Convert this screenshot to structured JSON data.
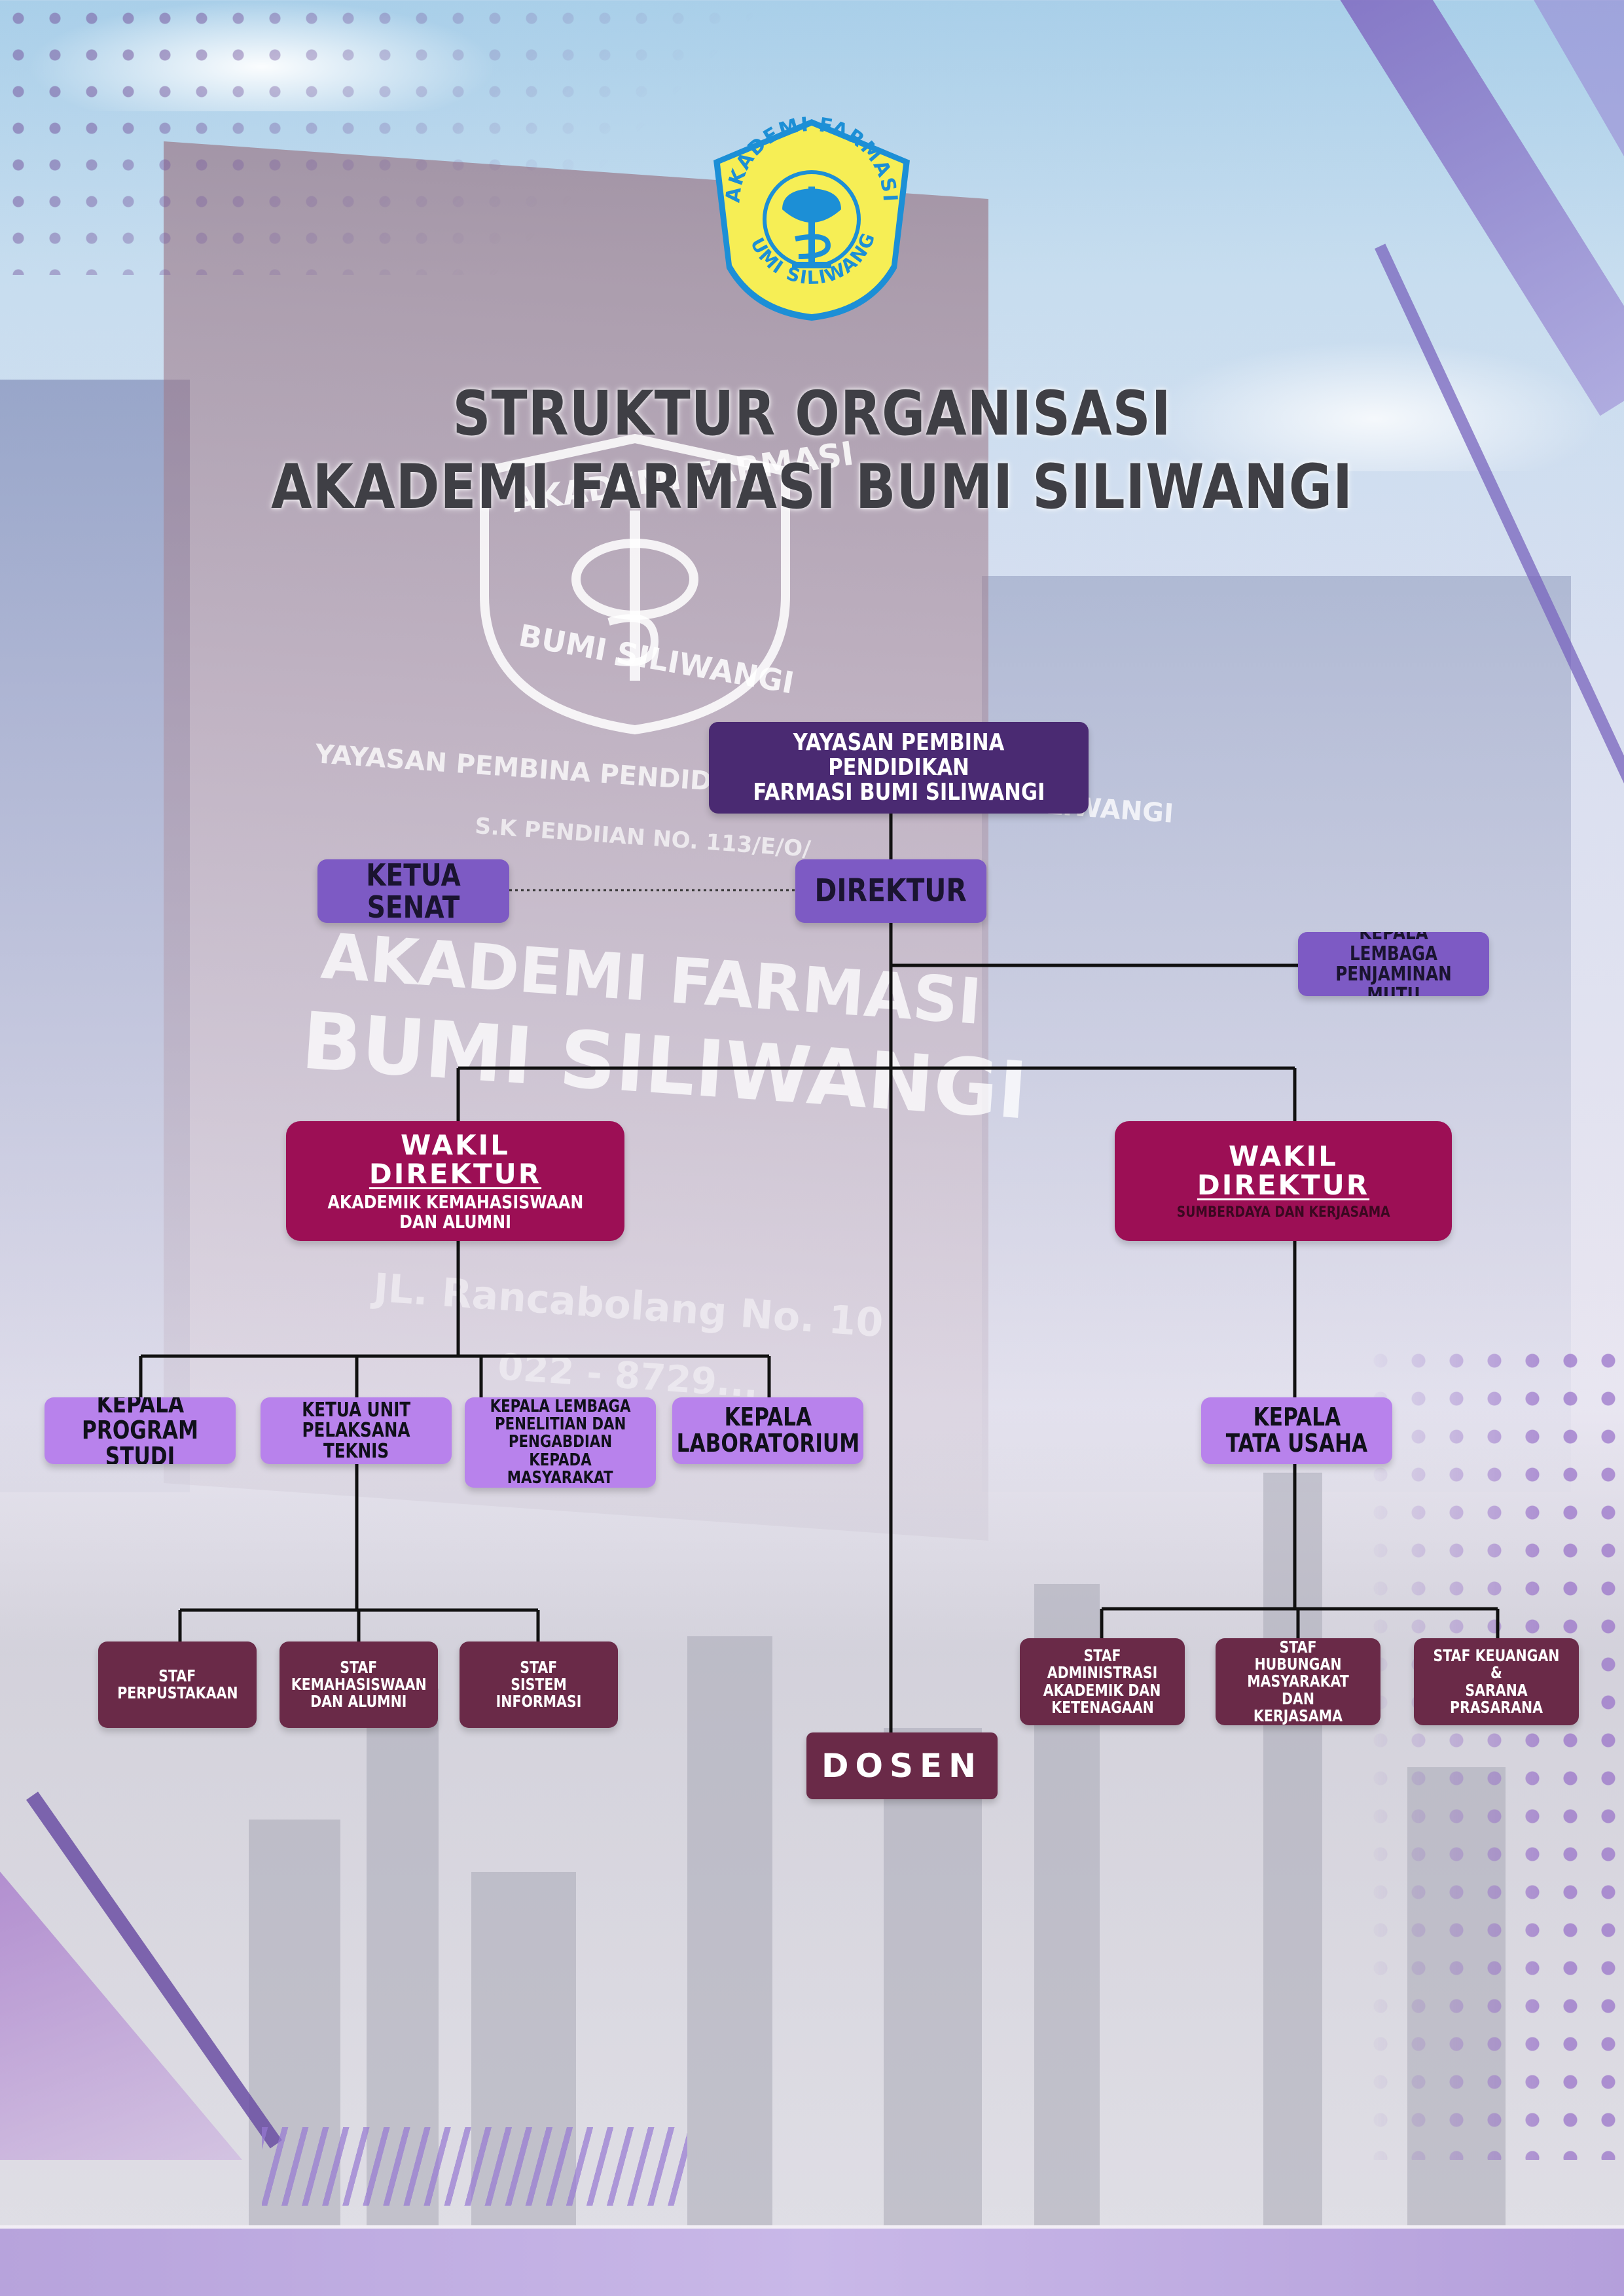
{
  "header": {
    "title_line1": "STRUKTUR ORGANISASI",
    "title_line2": "AKADEMI FARMASI BUMI SILIWANGI",
    "logo_text_top": "AKADEMI FARMASI",
    "logo_text_bottom": "BUMI SILIWANGI"
  },
  "background_text": {
    "emblem_top": "AKADEMI FARMASI",
    "emblem_bottom": "BUMI SILIWANGI",
    "sign_line1": "YAYASAN PEMBINA PENDIDIKAN FARMASI BUMI SILIWANGI",
    "sign_line2": "S.K PENDIIAN NO. 113/E/O/",
    "big_line1": "AKADEMI FARMASI",
    "big_line2": "BUMI SILIWANGI",
    "address": "JL. Rancabolang No. 10",
    "phone": "022 - 8729..."
  },
  "org": {
    "yayasan": {
      "line1": "YAYASAN PEMBINA PENDIDIKAN",
      "line2": "FARMASI BUMI SILIWANGI"
    },
    "direktur": "DIREKTUR",
    "ketua_senat": "KETUA SENAT",
    "lpm": {
      "line1": "KEPALA LEMBAGA",
      "line2": "PENJAMINAN MUTU"
    },
    "wakil1": {
      "line1": "WAKIL",
      "line2": "DIREKTUR",
      "sub1": "AKADEMIK KEMAHASISWAAN",
      "sub2": "DAN ALUMNI"
    },
    "wakil2": {
      "line1": "WAKIL",
      "line2": "DIREKTUR",
      "sub1": "SUMBERDAYA DAN KERJASAMA"
    },
    "kaprodi": {
      "line1": "KEPALA",
      "line2": "PROGRAM STUDI"
    },
    "upt": {
      "line1": "KETUA UNIT",
      "line2": "PELAKSANA TEKNIS"
    },
    "lppm": {
      "line1": "KEPALA LEMBAGA",
      "line2": "PENELITIAN DAN",
      "line3": "PENGABDIAN KEPADA",
      "line4": "MASYARAKAT"
    },
    "lab": {
      "line1": "KEPALA",
      "line2": "LABORATORIUM"
    },
    "tata_usaha": {
      "line1": "KEPALA",
      "line2": "TATA USAHA"
    },
    "staf_perpus": {
      "line1": "STAF",
      "line2": "PERPUSTAKAAN"
    },
    "staf_kemahasiswaan": {
      "line1": "STAF",
      "line2": "KEMAHASISWAAN",
      "line3": "DAN ALUMNI"
    },
    "staf_si": {
      "line1": "STAF",
      "line2": "SISTEM INFORMASI"
    },
    "staf_admin": {
      "line1": "STAF ADMINISTRASI",
      "line2": "AKADEMIK DAN",
      "line3": "KETENAGAAN"
    },
    "staf_humas": {
      "line1": "STAF HUBUNGAN",
      "line2": "MASYARAKAT DAN",
      "line3": "KERJASAMA"
    },
    "staf_keuangan": {
      "line1": "STAF KEUANGAN &",
      "line2": "SARANA PRASARANA"
    },
    "dosen": "DOSEN"
  },
  "colors": {
    "dark_purple": "#4a2a72",
    "mid_purple": "#7d5ac4",
    "light_purple": "#b882ec",
    "magenta": "#9c0f55",
    "plum": "#6a2a48",
    "logo_yellow": "#f6ee55",
    "logo_blue": "#1c8fd6"
  }
}
